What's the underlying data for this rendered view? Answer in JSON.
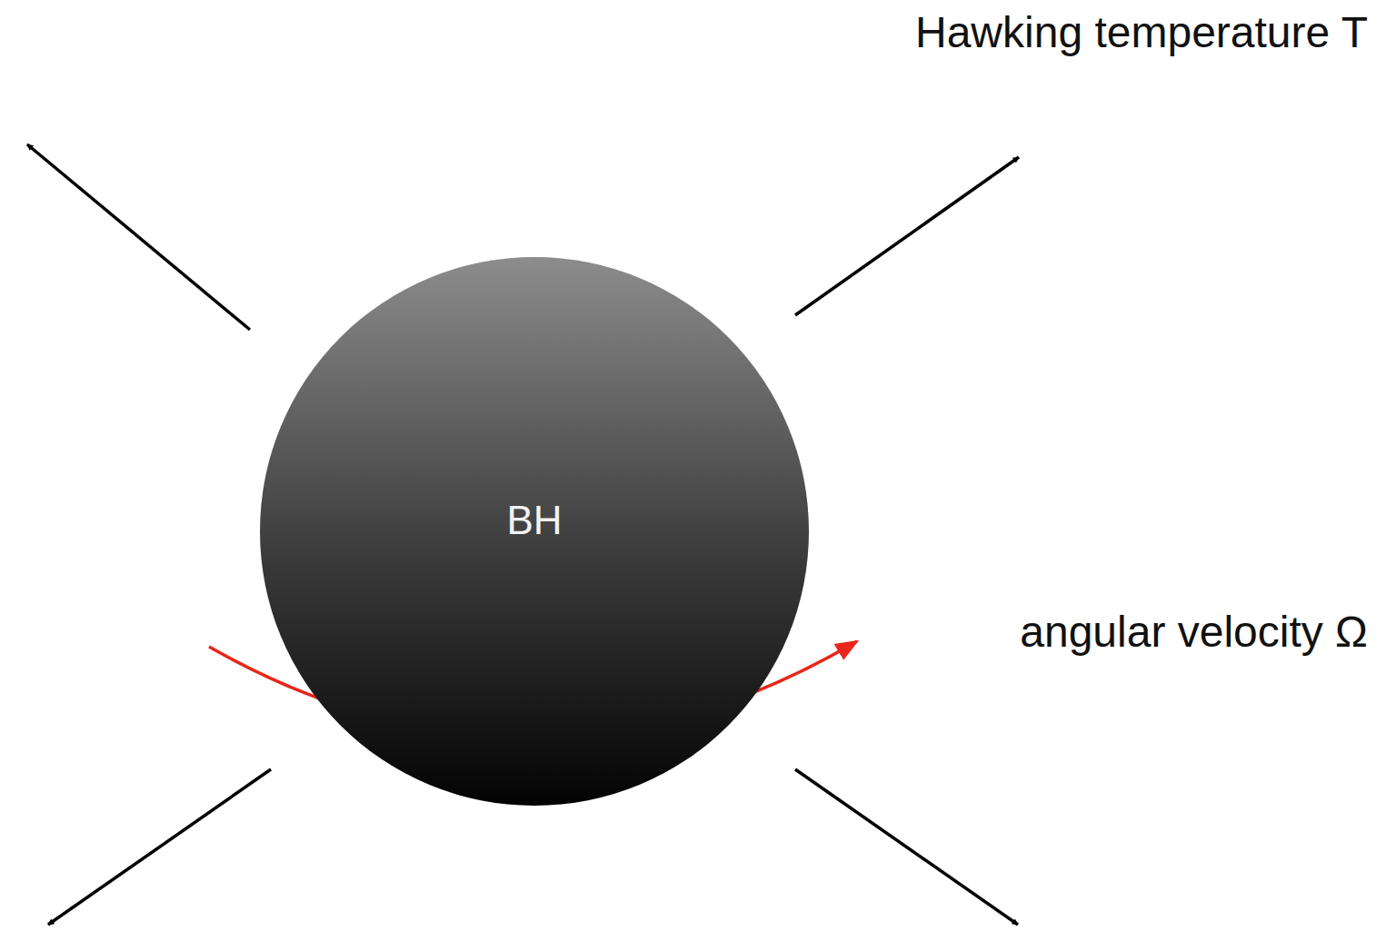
{
  "diagram": {
    "nodes": [
      {
        "text": [
          "BH"
        ]
      }
    ],
    "labels": [
      "Hawking temperature T",
      "angular velocity Ω"
    ]
  }
}
